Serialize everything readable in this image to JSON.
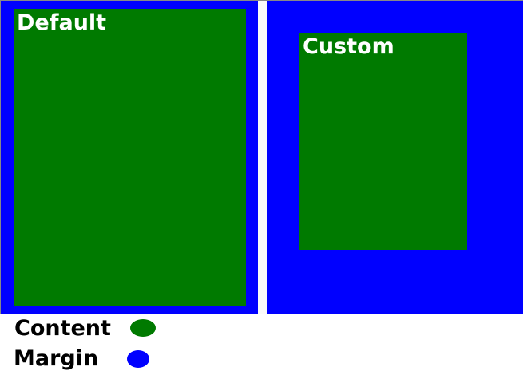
{
  "panels": {
    "default_label": "Default",
    "custom_label": "Custom"
  },
  "legend": {
    "content_label": "Content",
    "margin_label": "Margin"
  },
  "colors": {
    "content": "#007a00",
    "margin": "#0000ff"
  }
}
